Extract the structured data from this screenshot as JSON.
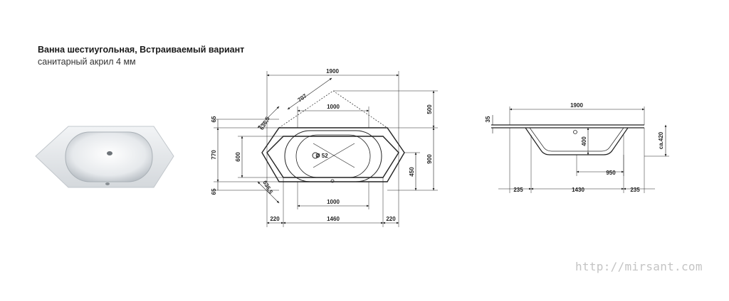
{
  "header": {
    "title": "Ванна шестиугольная, Встраиваемый вариант",
    "subtitle": "санитарный акрил 4 мм"
  },
  "plan_view": {
    "width_total": "1900",
    "top_inner": "1000",
    "bottom_inner": "1000",
    "diag_top": "707",
    "diag_side_top": "636,5",
    "diag_side_bottom": "636,5",
    "left_top": "65",
    "left_mid": "770",
    "left_inner": "600",
    "left_bottom": "65",
    "right_top": "500",
    "right_total": "900",
    "right_inner": "450",
    "drain": "Ø 52",
    "bottom_left": "220",
    "bottom_mid": "1460",
    "bottom_right": "220"
  },
  "side_view": {
    "width_total": "1900",
    "rim": "35",
    "depth_inner": "400",
    "depth_total": "ca.420",
    "drain_offset": "950",
    "bottom_left": "235",
    "bottom_mid": "1430",
    "bottom_right": "235"
  },
  "watermark": "http://mirsant.com"
}
